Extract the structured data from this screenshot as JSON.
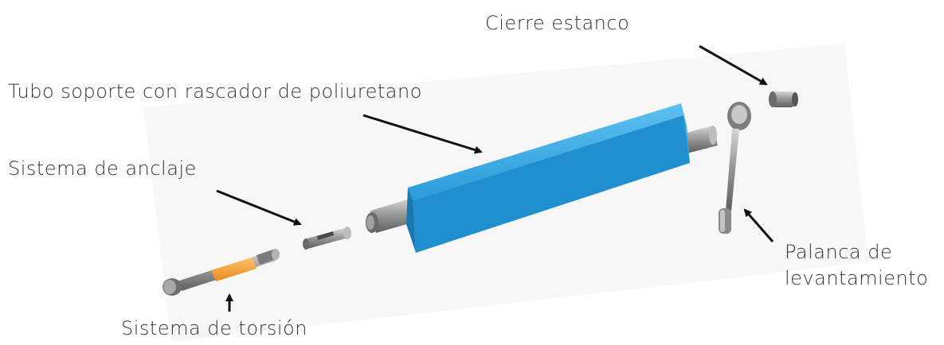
{
  "labels": {
    "seal": "Cierre estanco",
    "tube": "Tubo soporte con rascador de poliuretano",
    "anchor": "Sistema de anclaje",
    "lever_line1": "Palanca de",
    "lever_line2": "levantamiento",
    "torsion": "Sistema de torsión"
  },
  "colors": {
    "scraper": "#2d9fde",
    "torsion_band": "#f2a23a",
    "metal": "#8e8e8e",
    "text": "#333333",
    "arrow": "#111111"
  }
}
